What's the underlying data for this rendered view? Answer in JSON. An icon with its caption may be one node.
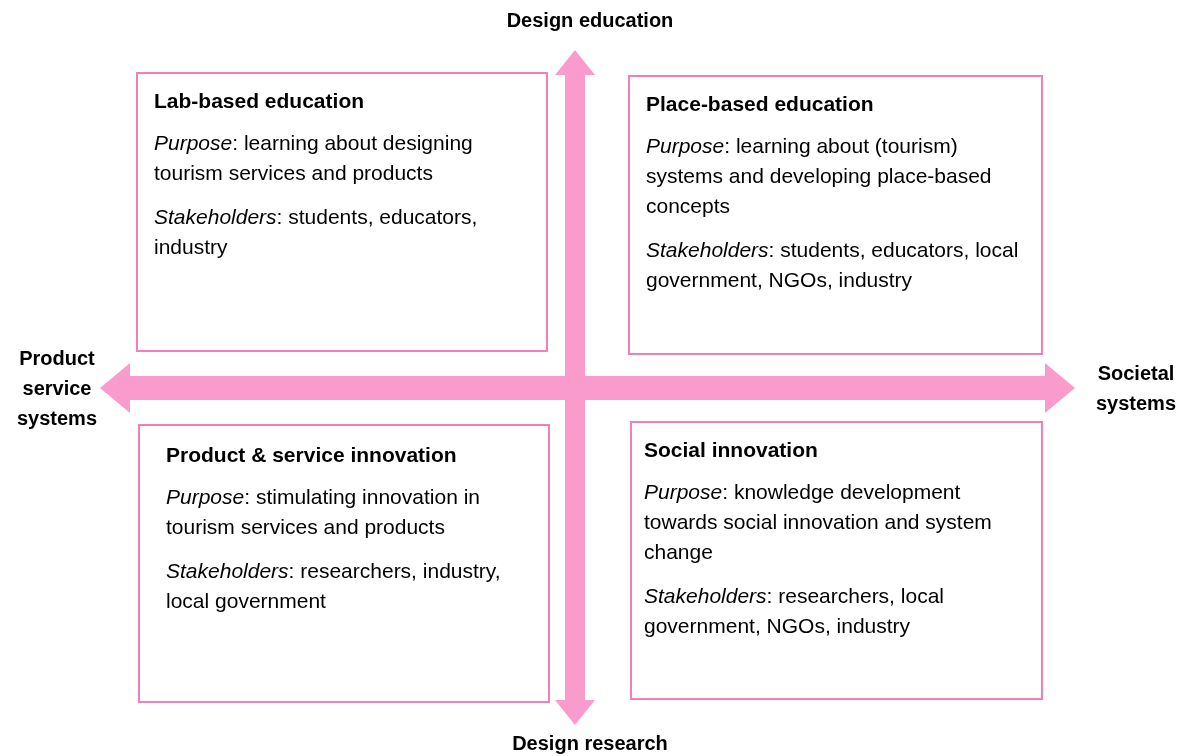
{
  "diagram": {
    "nodes": [
      {
        "text": [
          "Lab-based education",
          "*Purpose*: learning about designing tourism services and products",
          "*Stakeholders*: students, educators, industry"
        ]
      },
      {
        "text": [
          "Place-based education",
          "*Purpose*: learning about (tourism) systems and developing place-based concepts",
          "*Stakeholders*: students, educators, local government, NGOs, industry"
        ]
      },
      {
        "text": [
          "Product & service innovation",
          "*Purpose*: stimulating innovation in tourism services and products",
          "*Stakeholders*: researchers, industry, local government"
        ]
      },
      {
        "text": [
          "Social innovation",
          "*Purpose*: knowledge development towards social innovation and system change",
          "*Stakeholders*: researchers, local government, NGOs, industry"
        ]
      }
    ],
    "edges": [],
    "labels": [
      "Design education",
      "Product service systems",
      "Societal systems",
      "Design research"
    ]
  }
}
